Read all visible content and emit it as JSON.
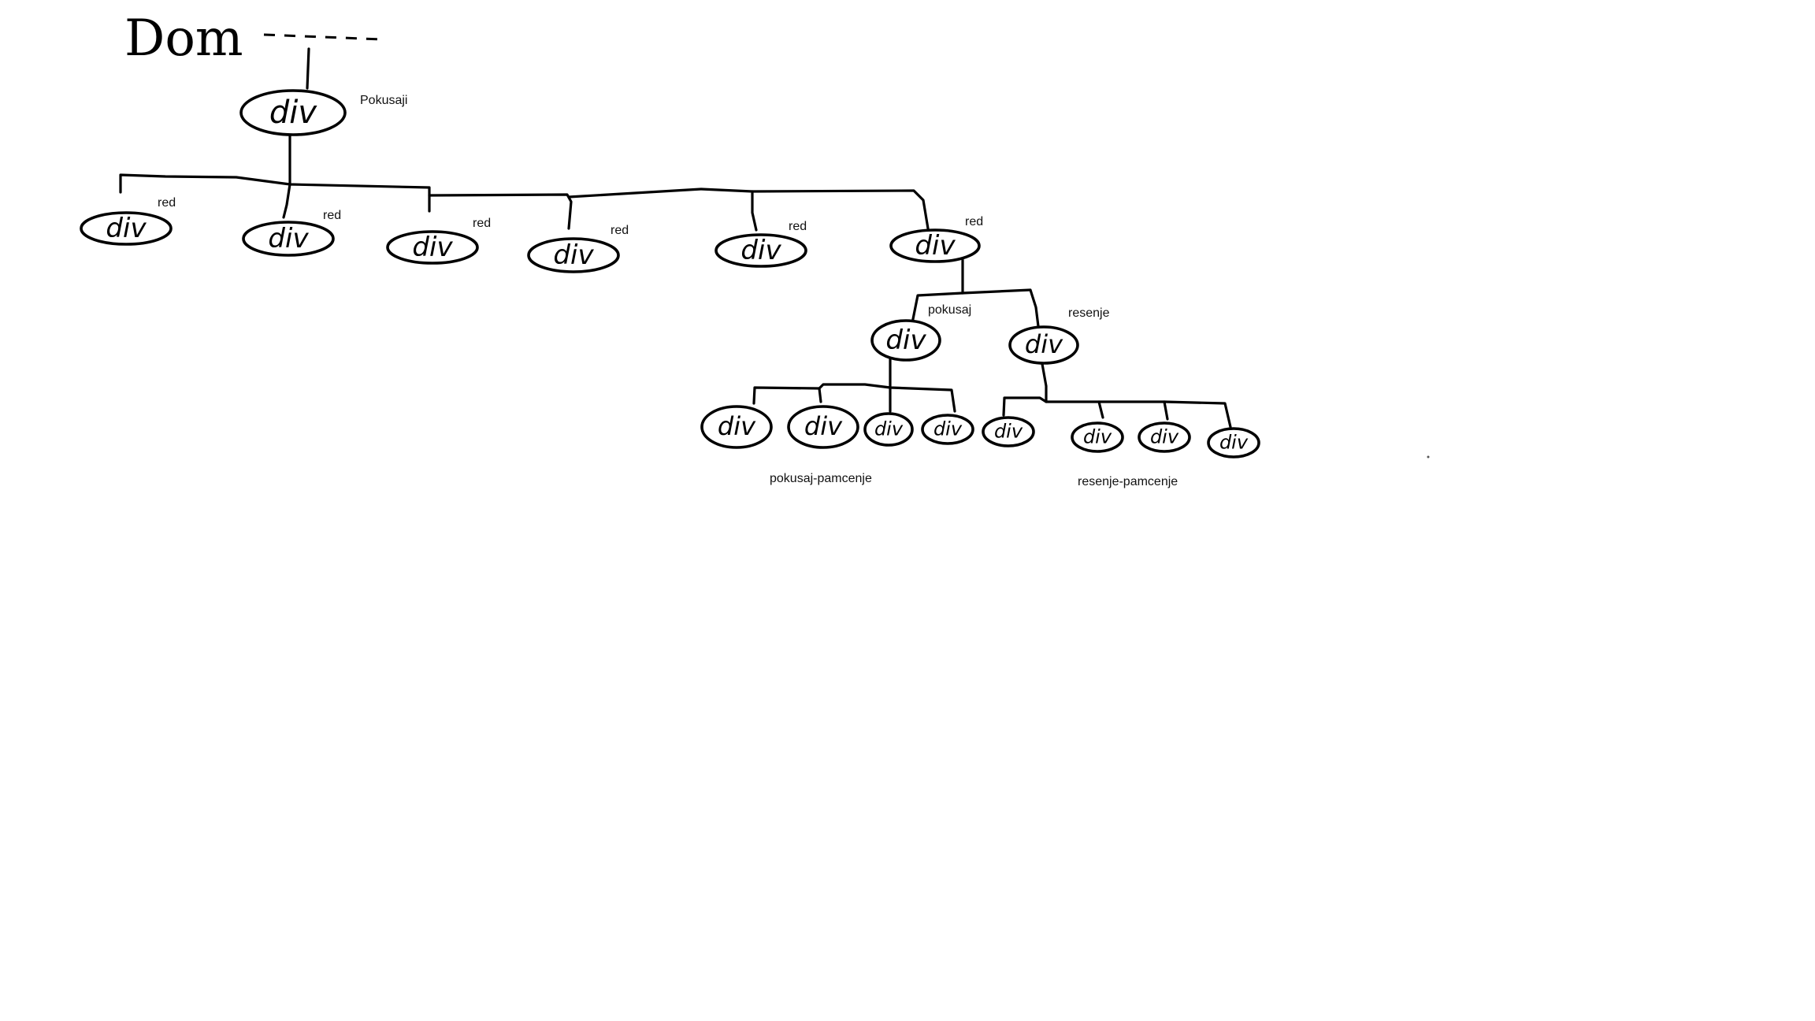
{
  "title": "Dom",
  "node_text": "div",
  "labels": {
    "root": "Pokusaji",
    "row": "red",
    "attempt": "pokusaj",
    "solution": "resenje",
    "attempt_memory": "pokusaj-pamcenje",
    "solution_memory": "resenje-pamcenje"
  }
}
